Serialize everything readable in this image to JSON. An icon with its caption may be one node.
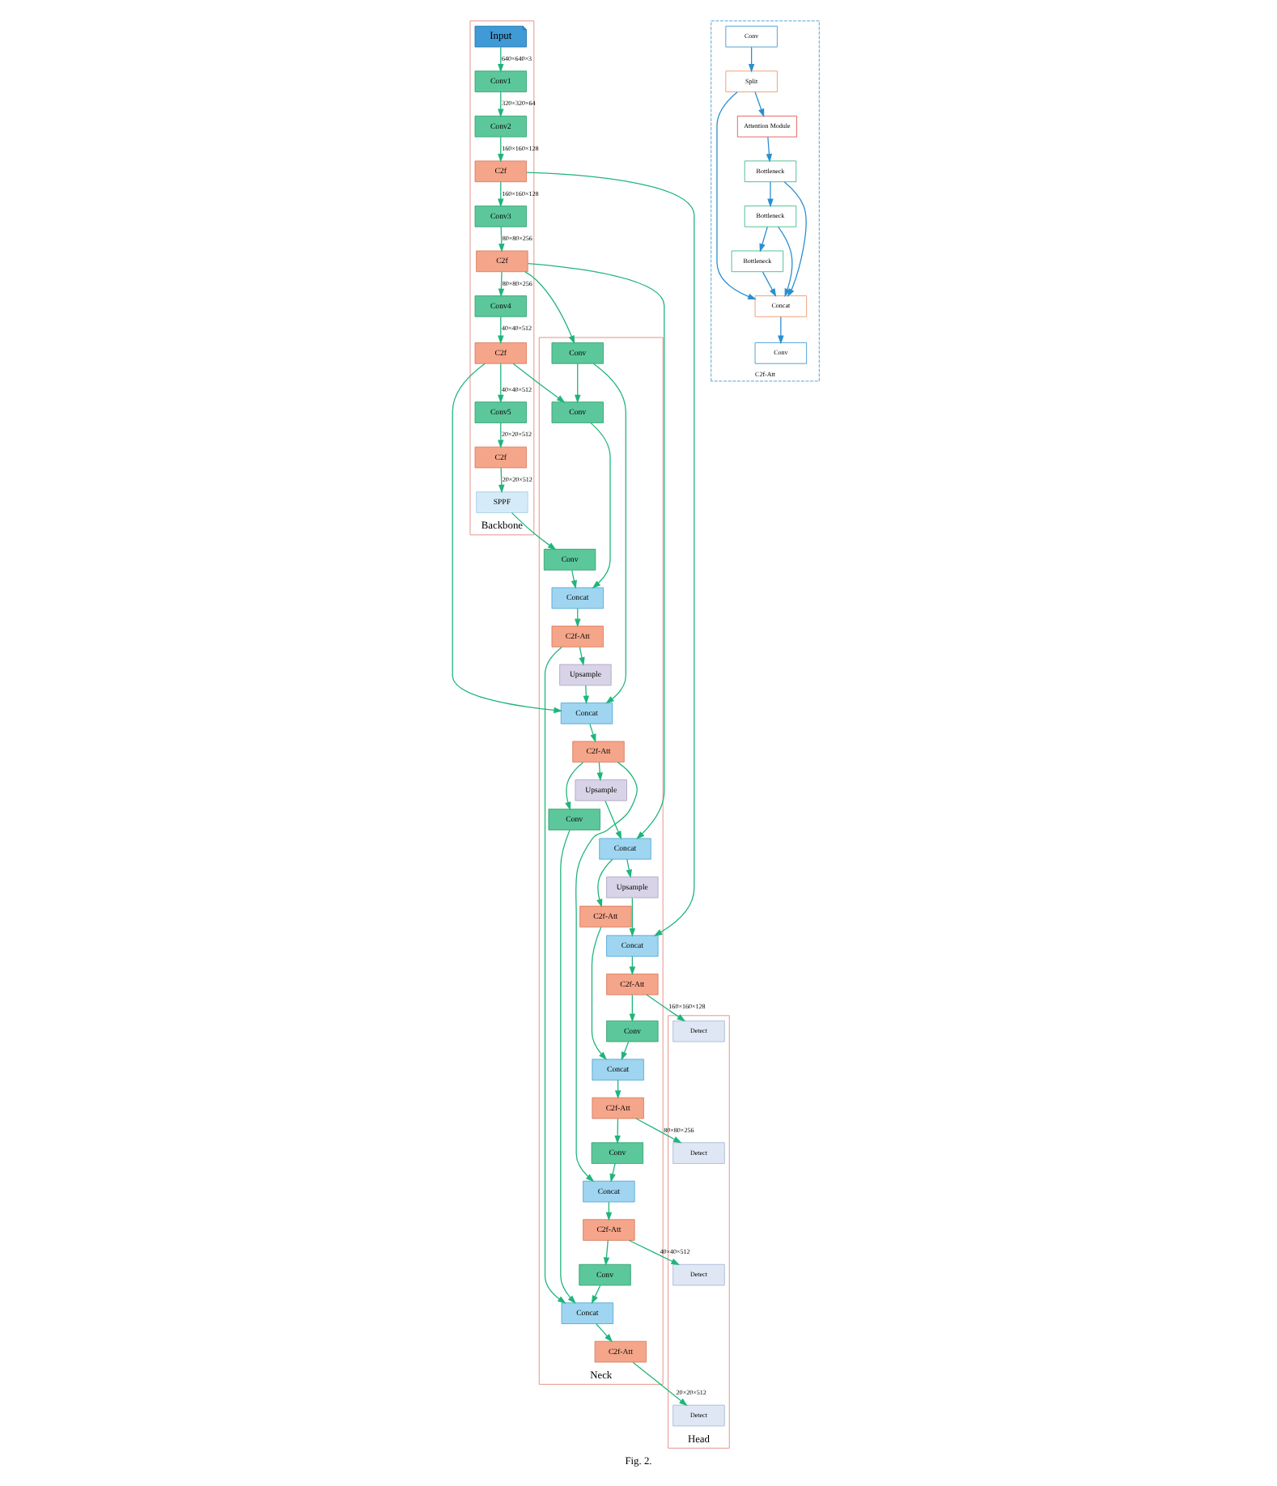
{
  "diagram": {
    "caption": "Fig. 2.",
    "nodes": [
      {
        "text": [
          "Backbone"
        ]
      },
      {
        "text": [
          "Input"
        ],
        "in": 0
      },
      {
        "text": [
          "Conv1"
        ],
        "in": 0
      },
      {
        "text": [
          "Conv2"
        ],
        "in": 0
      },
      {
        "text": [
          "C2f"
        ],
        "in": 0
      },
      {
        "text": [
          "Conv3"
        ],
        "in": 0
      },
      {
        "text": [
          "C2f"
        ],
        "in": 0
      },
      {
        "text": [
          "Conv4"
        ],
        "in": 0
      },
      {
        "text": [
          "C2f"
        ],
        "in": 0
      },
      {
        "text": [
          "Conv5"
        ],
        "in": 0
      },
      {
        "text": [
          "C2f"
        ],
        "in": 0
      },
      {
        "text": [
          "SPPF"
        ],
        "in": 0
      },
      {
        "text": [
          "C2f-Att"
        ]
      },
      {
        "text": [
          "Conv"
        ],
        "in": 12
      },
      {
        "text": [
          "Split"
        ],
        "in": 12
      },
      {
        "text": [
          "Attention Module"
        ],
        "in": 12
      },
      {
        "text": [
          "Bottleneck"
        ],
        "in": 12
      },
      {
        "text": [
          "Bottleneck"
        ],
        "in": 12
      },
      {
        "text": [
          "Bottleneck"
        ],
        "in": 12
      },
      {
        "text": [
          "Concat"
        ],
        "in": 12
      },
      {
        "text": [
          "Conv"
        ],
        "in": 12
      },
      {
        "text": [
          "Neck"
        ]
      },
      {
        "text": [
          "Concat"
        ],
        "in": 21
      },
      {
        "text": [
          "C2f-Att"
        ],
        "in": 21
      },
      {
        "text": [
          "Upsample"
        ],
        "in": 21
      },
      {
        "text": [
          "Conv"
        ],
        "in": 21
      },
      {
        "text": [
          "Concat"
        ],
        "in": 21
      },
      {
        "text": [
          "C2f-Att"
        ],
        "in": 21
      },
      {
        "text": [
          "Concat"
        ],
        "in": 21
      },
      {
        "text": [
          "Upsample"
        ],
        "in": 21
      },
      {
        "text": [
          "C2f-Att"
        ],
        "in": 21
      },
      {
        "text": [
          "Conv"
        ],
        "in": 21
      },
      {
        "text": [
          "C2f-Att"
        ],
        "in": 21
      },
      {
        "text": [
          "Conv"
        ],
        "in": 21
      },
      {
        "text": [
          "Concat"
        ],
        "in": 21
      },
      {
        "text": [
          "Concat"
        ],
        "in": 21
      },
      {
        "text": [
          "C2f-Att"
        ],
        "in": 21
      },
      {
        "text": [
          "Conv"
        ],
        "in": 21
      },
      {
        "text": [
          "Upsample"
        ],
        "in": 21
      },
      {
        "text": [
          "Conv"
        ],
        "in": 21
      },
      {
        "text": [
          "Conv"
        ],
        "in": 21
      },
      {
        "text": [
          "Concat"
        ],
        "in": 21
      },
      {
        "text": [
          "Conv"
        ],
        "in": 21
      },
      {
        "text": [
          "Concat"
        ],
        "in": 21
      },
      {
        "text": [
          "C2f-Att"
        ],
        "in": 21
      },
      {
        "text": [
          "C2f-Att"
        ],
        "in": 21
      },
      {
        "text": [
          "Head"
        ]
      },
      {
        "text": [
          "Detect"
        ],
        "in": 46
      },
      {
        "text": [
          "Detect"
        ],
        "in": 46
      },
      {
        "text": [
          "Detect"
        ],
        "in": 46
      },
      {
        "text": [
          "Detect"
        ],
        "in": 46
      }
    ],
    "edges": [
      {
        "from": 1,
        "to": 2,
        "arrow": "to",
        "label": "640×640×3"
      },
      {
        "from": 2,
        "to": 3,
        "arrow": "to",
        "label": "320×320×64"
      },
      {
        "from": 3,
        "to": 4,
        "arrow": "to",
        "label": "160×160×128"
      },
      {
        "from": 4,
        "to": 5,
        "arrow": "to",
        "label": "160×160×128"
      },
      {
        "from": 5,
        "to": 6,
        "arrow": "to",
        "label": "80×80×256"
      },
      {
        "from": 6,
        "to": 7,
        "arrow": "to",
        "label": "80×80×256"
      },
      {
        "from": 7,
        "to": 8,
        "arrow": "to",
        "label": "40×40×512"
      },
      {
        "from": 8,
        "to": 9,
        "arrow": "to",
        "label": "40×40×512"
      },
      {
        "from": 9,
        "to": 10,
        "arrow": "to",
        "label": "20×20×512"
      },
      {
        "from": 10,
        "to": 11,
        "arrow": "to",
        "label": "20×20×512"
      },
      {
        "from": 13,
        "to": 14,
        "arrow": "to",
        "color": "#2a8fd0"
      },
      {
        "from": 14,
        "to": 15,
        "arrow": "to",
        "color": "#2a8fd0"
      },
      {
        "from": 15,
        "to": 16,
        "arrow": "to",
        "color": "#2a8fd0"
      },
      {
        "from": 16,
        "to": 17,
        "arrow": "to",
        "color": "#2a8fd0"
      },
      {
        "from": 17,
        "to": 18,
        "arrow": "to",
        "color": "#2a8fd0"
      },
      {
        "from": 16,
        "to": 19,
        "arrow": "to",
        "color": "#2a8fd0"
      },
      {
        "from": 17,
        "to": 19,
        "arrow": "to",
        "color": "#2a8fd0"
      },
      {
        "from": 18,
        "to": 19,
        "arrow": "to",
        "color": "#2a8fd0"
      },
      {
        "from": 14,
        "to": 19,
        "arrow": "to",
        "color": "#2a8fd0"
      },
      {
        "from": 19,
        "to": 20,
        "arrow": "to",
        "color": "#2a8fd0"
      },
      {
        "from": 11,
        "to": 42,
        "arrow": "to"
      },
      {
        "from": 42,
        "to": 43,
        "arrow": "to"
      },
      {
        "from": 43,
        "to": 44,
        "arrow": "to"
      },
      {
        "from": 44,
        "to": 38,
        "arrow": "to"
      },
      {
        "from": 38,
        "to": 34,
        "arrow": "to"
      },
      {
        "from": 34,
        "to": 32,
        "arrow": "to"
      },
      {
        "from": 32,
        "to": 29,
        "arrow": "to"
      },
      {
        "from": 29,
        "to": 26,
        "arrow": "to"
      },
      {
        "from": 26,
        "to": 24,
        "arrow": "to"
      },
      {
        "from": 24,
        "to": 22,
        "arrow": "to"
      },
      {
        "from": 4,
        "to": 22,
        "arrow": "to"
      },
      {
        "from": 22,
        "to": 23,
        "arrow": "to"
      },
      {
        "from": 6,
        "to": 26,
        "arrow": "to"
      },
      {
        "from": 6,
        "to": 31,
        "arrow": "to"
      },
      {
        "from": 26,
        "to": 27,
        "arrow": "to"
      },
      {
        "from": 27,
        "to": 28,
        "arrow": "to"
      },
      {
        "from": 8,
        "to": 34,
        "arrow": "to"
      },
      {
        "from": 8,
        "to": 37,
        "arrow": "to"
      },
      {
        "from": 31,
        "to": 34,
        "arrow": "to"
      },
      {
        "from": 31,
        "to": 37,
        "arrow": "to"
      },
      {
        "from": 37,
        "to": 43,
        "arrow": "to"
      },
      {
        "from": 32,
        "to": 39,
        "arrow": "to"
      },
      {
        "from": 32,
        "to": 35,
        "arrow": "to"
      },
      {
        "from": 39,
        "to": 41,
        "arrow": "to"
      },
      {
        "from": 44,
        "to": 41,
        "arrow": "to"
      },
      {
        "from": 23,
        "to": 25,
        "arrow": "to"
      },
      {
        "from": 25,
        "to": 28,
        "arrow": "to"
      },
      {
        "from": 28,
        "to": 30,
        "arrow": "to"
      },
      {
        "from": 30,
        "to": 33,
        "arrow": "to"
      },
      {
        "from": 33,
        "to": 35,
        "arrow": "to"
      },
      {
        "from": 35,
        "to": 36,
        "arrow": "to"
      },
      {
        "from": 36,
        "to": 40,
        "arrow": "to"
      },
      {
        "from": 40,
        "to": 41,
        "arrow": "to"
      },
      {
        "from": 41,
        "to": 45,
        "arrow": "to"
      },
      {
        "from": 23,
        "to": 47,
        "arrow": "to",
        "label": "160×160×128"
      },
      {
        "from": 30,
        "to": 48,
        "arrow": "to",
        "label": "80×80×256"
      },
      {
        "from": 36,
        "to": 49,
        "arrow": "to",
        "label": "40×40×512"
      },
      {
        "from": 45,
        "to": 50,
        "arrow": "to",
        "label": "20×20×512"
      }
    ]
  }
}
